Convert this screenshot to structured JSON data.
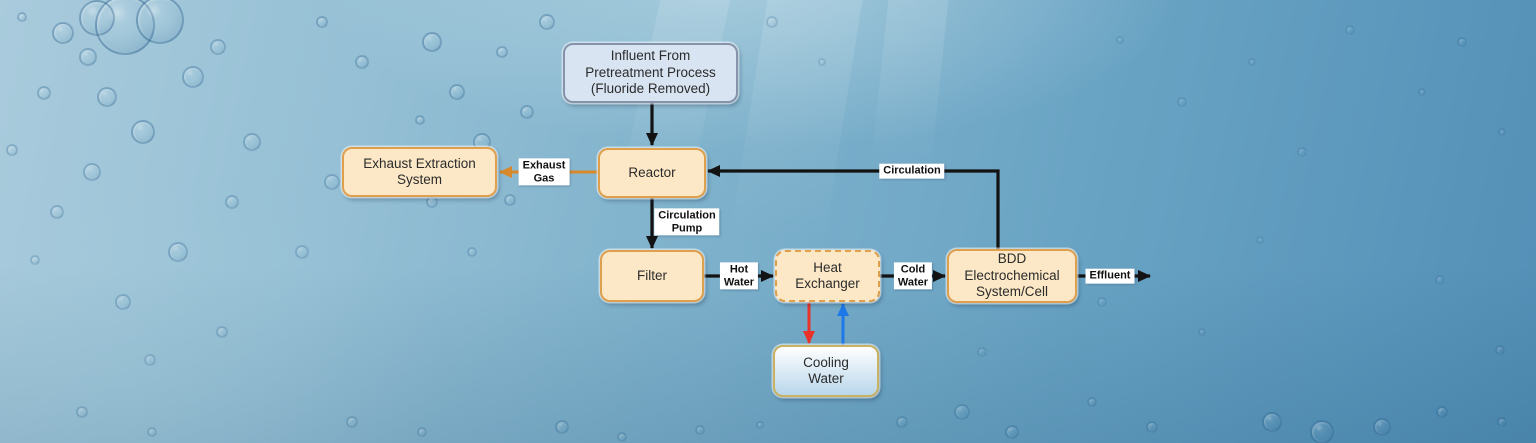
{
  "diagram_title": "Wastewater treatment process flow diagram",
  "colors": {
    "process_fill": "#fce8c6",
    "process_border": "#dfa04e",
    "influent_fill": "#d8e4f2",
    "influent_border": "#8593ab",
    "cooling_border": "#c9b264",
    "label_bg": "#ffffff",
    "arrow_black": "#131313",
    "arrow_orange": "#d8892b",
    "arrow_red": "#e93229",
    "arrow_blue": "#1e78e8"
  },
  "nodes": {
    "influent": {
      "label": "Influent From\nPretreatment Process\n(Fluoride Removed)"
    },
    "exhaust_extraction": {
      "label": "Exhaust Extraction\nSystem"
    },
    "reactor": {
      "label": "Reactor"
    },
    "filter": {
      "label": "Filter"
    },
    "heat_exchanger": {
      "label": "Heat\nExchanger"
    },
    "bdd": {
      "label": "BDD\nElectrochemical\nSystem/Cell"
    },
    "cooling_water": {
      "label": "Cooling\nWater"
    }
  },
  "edge_labels": {
    "exhaust_gas": "Exhaust\nGas",
    "circulation_pump": "Circulation\nPump",
    "hot_water": "Hot\nWater",
    "cold_water": "Cold\nWater",
    "circulation": "Circulation",
    "effluent": "Effluent"
  }
}
